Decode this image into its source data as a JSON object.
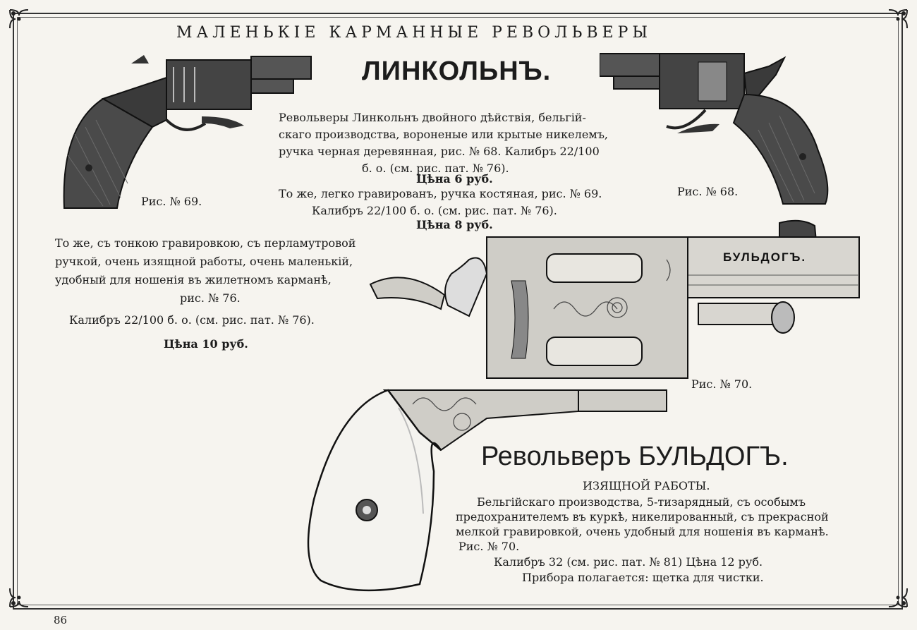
{
  "header": {
    "title": "МАЛЕНЬКІЕ КАРМАННЫЕ РЕВОЛЬВЕРЫ"
  },
  "lincoln": {
    "title": "ЛИНКОЛЬНЪ.",
    "desc_line1": "Револьверы Линкольнъ двойного дѣйствія, бельгій-",
    "desc_line2": "скаго производства, вороненые или крытые никелемъ,",
    "desc_line3": "ручка черная деревянная, рис. № 68. Калибръ 22/100",
    "desc_line4": "б. о. (см. рис. пат. № 76).",
    "price1": "Цѣна 6 руб.",
    "engraved_line1": "То же, легко гравированъ, ручка костяная, рис. № 69.",
    "engraved_line2": "Калибръ 22/100 б. о. (см. рис. пат. № 76).",
    "price2": "Цѣна 8 руб."
  },
  "captions": {
    "fig69": "Рис. № 69.",
    "fig68": "Рис. № 68.",
    "fig70": "Рис. № 70."
  },
  "fine": {
    "line1": "То же, съ тонкою гравировкою, съ перламутровой",
    "line2": "ручкой, очень изящной работы, очень маленькій,",
    "line3": "удобный для ношенія въ жилетномъ карманѣ,",
    "line4": "рис. № 76.",
    "caliber": "Калибръ 22/100 б. о. (см. рис. пат. № 76).",
    "price": "Цѣна 10 руб."
  },
  "bulldog": {
    "barrel_label": "БУЛЬДОГЪ.",
    "title": "Револьверъ БУЛЬДОГЪ.",
    "subtitle": "ИЗЯЩНОЙ РАБОТЫ.",
    "desc_line1": "Бельгійскаго производства, 5-тизарядный,  съ особымъ",
    "desc_line2": "предохранителемъ въ куркѣ, никелированный, съ прекрасной",
    "desc_line3": "мелкой гравировкой, очень удобный для ношенія въ карманѣ.",
    "desc_line4": "Рис. № 70.",
    "caliber_price": "Калибръ 32 (см. рис. пат. № 81) Цѣна 12 руб.",
    "accessory": "Прибора полагается: щетка для чистки."
  },
  "page": {
    "number": "86"
  }
}
